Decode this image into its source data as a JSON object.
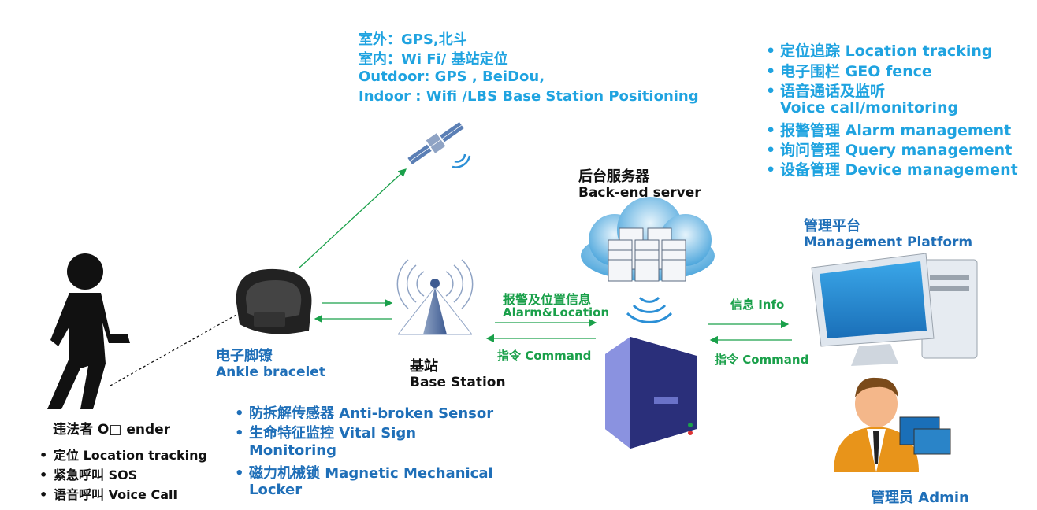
{
  "satellite_text": {
    "line1": "室外：GPS,北斗",
    "line2": "室内：Wi Fi/ 基站定位",
    "line3": "Outdoor: GPS , BeiDou,",
    "line4": "Indoor : Wifi /LBS Base Station Positioning"
  },
  "server_features": [
    "定位追踪 Location tracking",
    "电子围栏 GEO fence",
    "语音通话及监听",
    "Voice call/monitoring",
    "报警管理 Alarm management",
    "询问管理 Query management",
    "设备管理 Device management"
  ],
  "server": {
    "cn": "后台服务器",
    "en": "Back-end server"
  },
  "platform": {
    "cn": "管理平台",
    "en": "Management Platform"
  },
  "bracelet": {
    "cn": "电子脚镣",
    "en": "Ankle bracelet"
  },
  "base_station": {
    "cn": "基站",
    "en": "Base Station"
  },
  "alarm_link": {
    "cn": "报警及位置信息",
    "en": "Alarm&Location"
  },
  "command_link_1": "指令 Command",
  "info_link": "信息 Info",
  "command_link_2": "指令 Command",
  "offender": {
    "title": "违法者 O□ ender",
    "features": [
      "定位 Location tracking",
      "紧急呼叫 SOS",
      "语音呼叫 Voice Call"
    ]
  },
  "bracelet_features": [
    "防拆解传感器 Anti-broken Sensor",
    "生命特征监控 Vital Sign",
    "Monitoring",
    "磁力机械锁 Magnetic Mechanical",
    "Locker"
  ],
  "admin": "管理员 Admin",
  "colors": {
    "blue": "#1f6fb8",
    "cyan": "#1fa3e0",
    "green": "#1aa04a"
  }
}
